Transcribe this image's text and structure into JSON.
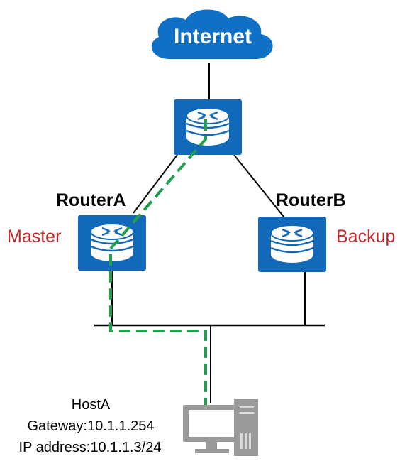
{
  "cloud": {
    "label": "Internet"
  },
  "routers": {
    "a": {
      "name": "RouterA",
      "role": "Master"
    },
    "b": {
      "name": "RouterB",
      "role": "Backup"
    }
  },
  "host": {
    "name": "HostA",
    "gateway": "Gateway:10.1.1.254",
    "ip": "IP address:10.1.1.3/24"
  },
  "colors": {
    "device_blue": "#1269b9",
    "cloud_blue": "#1070c5",
    "role_red": "#c0282b",
    "path_green": "#1fa04b",
    "pc_gray": "#9a9a9a"
  }
}
